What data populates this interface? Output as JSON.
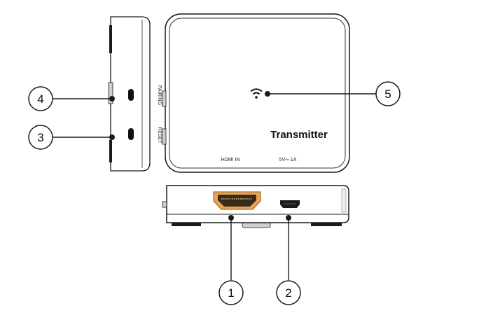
{
  "device": {
    "title": "Transmitter",
    "hdmi_label": "HDMI IN",
    "power_label": "5V⎓ 1A",
    "pairing_label": "PAIRING",
    "reset_label": "RESET",
    "wifi_icon": "wifi-icon"
  },
  "callouts": [
    {
      "number": "1",
      "target": "hdmi-in-port"
    },
    {
      "number": "2",
      "target": "power-port"
    },
    {
      "number": "3",
      "target": "reset-button"
    },
    {
      "number": "4",
      "target": "pairing-button"
    },
    {
      "number": "5",
      "target": "wifi-indicator"
    }
  ],
  "colors": {
    "outline": "#1a1a1a",
    "body_fill": "#ffffff",
    "side_fill": "#efefef",
    "hdmi_port": "#e8a552",
    "button": "#111111"
  }
}
